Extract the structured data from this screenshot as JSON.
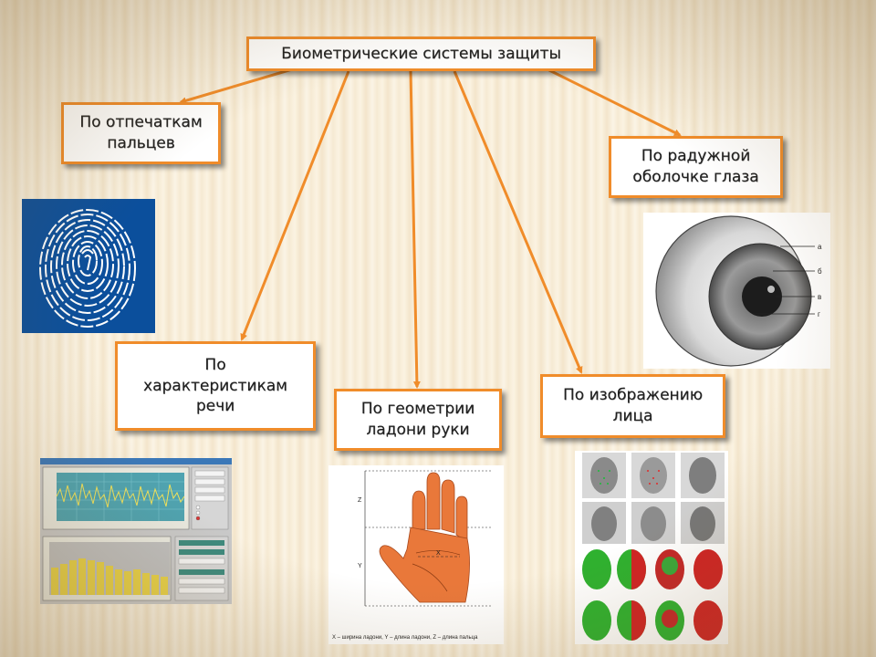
{
  "root": {
    "label": "Биометрические системы защиты"
  },
  "categories": {
    "fingerprint": "По отпечаткам\nпальцев",
    "iris": "По радужной\nоболочке глаза",
    "voice": "По\nхарактеристикам\nречи",
    "palm": "По геометрии\nладони руки",
    "face": "По изображению\nлица"
  },
  "eye_labels": [
    "а",
    "б",
    "в",
    "г"
  ],
  "palm_caption": "X – ширина ладони, Y – длина ладони, Z – длина пальца",
  "palm_axes": [
    "Z",
    "Y",
    "X"
  ],
  "colors": {
    "accent": "#f08c2a",
    "fingerprint_bg": "#0b4f9c",
    "app_window": "#3b78b8",
    "spectrum_bar": "#e8d24a"
  }
}
